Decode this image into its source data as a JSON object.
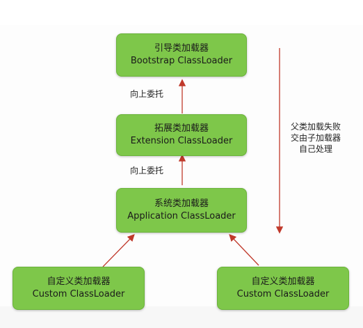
{
  "nodes": {
    "bootstrap": {
      "cn": "引导类加载器",
      "en": "Bootstrap ClassLoader"
    },
    "extension": {
      "cn": "拓展类加载器",
      "en": "Extension ClassLoader"
    },
    "application": {
      "cn": "系统类加载器",
      "en": "Application ClassLoader"
    },
    "custom_left": {
      "cn": "自定义类加载器",
      "en": "Custom ClassLoader"
    },
    "custom_right": {
      "cn": "自定义类加载器",
      "en": "Custom ClassLoader"
    }
  },
  "edges": {
    "delegate_up_1": "向上委托",
    "delegate_up_2": "向上委托"
  },
  "side_note": [
    "父类加载失败",
    "交由子加载器",
    "自己处理"
  ],
  "colors": {
    "box_fill": "#7ec74a",
    "arrow": "#c0392b"
  }
}
